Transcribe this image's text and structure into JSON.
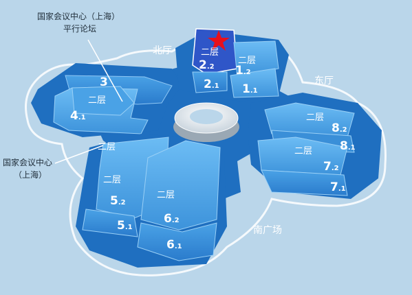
{
  "directions": {
    "north": "北厅",
    "east": "东厅",
    "south": "南广场"
  },
  "callouts": {
    "forum_line1": "国家会议中心（上海）",
    "forum_line2": "平行论坛",
    "center_line1": "国家会议中心",
    "center_line2": "（上海）"
  },
  "floor_label": "二层",
  "halls": {
    "h2_2": {
      "main": "2",
      "sub": "2"
    },
    "h1_2": {
      "main": "1",
      "sub": "2"
    },
    "h2_1": {
      "main": "2",
      "sub": "1"
    },
    "h1_1": {
      "main": "1",
      "sub": "1"
    },
    "h3": {
      "main": "3"
    },
    "h4_1": {
      "main": "4",
      "sub": "1"
    },
    "h8_2": {
      "main": "8",
      "sub": "2"
    },
    "h8_1": {
      "main": "8",
      "sub": "1"
    },
    "h7_2": {
      "main": "7",
      "sub": "2"
    },
    "h7_1": {
      "main": "7",
      "sub": "1"
    },
    "h5_2": {
      "main": "5",
      "sub": "2"
    },
    "h5_1": {
      "main": "5",
      "sub": "1"
    },
    "h6_2": {
      "main": "6",
      "sub": "2"
    },
    "h6_1": {
      "main": "6",
      "sub": "1"
    }
  },
  "colors": {
    "background": "#bad6ea",
    "base_dark": "#1f6fc0",
    "hall_mid": "#3a8fd8",
    "hall_light": "#5fb0ee",
    "hall_highlight": "#2f56c8",
    "star": "#e8101c",
    "outline": "#ffffff"
  },
  "icons": {
    "marker": "red-star-icon"
  }
}
